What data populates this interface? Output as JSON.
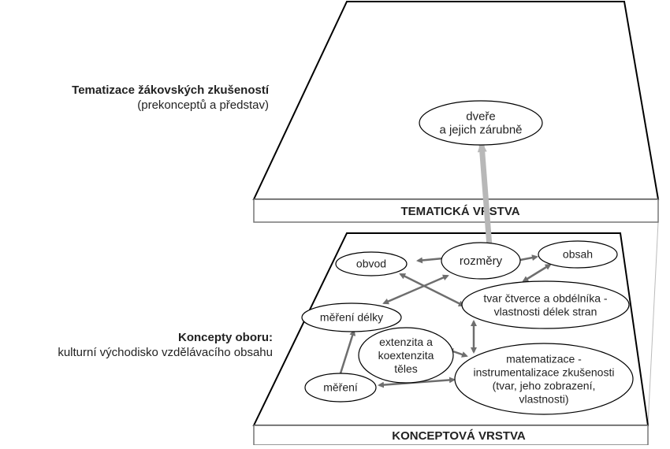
{
  "left_text": {
    "thematic_heading": "Tematizace žákovských zkušeností",
    "thematic_sub": "(prekonceptů a představ)",
    "concept_heading": "Koncepty oboru:",
    "concept_sub": "kulturní východisko vzdělávacího obsahu"
  },
  "layers": {
    "thematic_label": "TEMATICKÁ VRSTVA",
    "conceptual_label": "KONCEPTOVÁ VRSTVA"
  },
  "nodes": {
    "dvere": [
      "dveře",
      "a jejich zárubně"
    ],
    "obvod": [
      "obvod"
    ],
    "rozmery": [
      "rozměry"
    ],
    "obsah": [
      "obsah"
    ],
    "mereni_delky": [
      "měření délky"
    ],
    "tvar": [
      "tvar čtverce a obdélníka -",
      "vlastnosti délek stran"
    ],
    "extenzita": [
      "extenzita a",
      "koextenzita",
      "těles"
    ],
    "matematizace": [
      "matematizace -",
      "instrumentalizace zkušenosti",
      "(tvar, jeho zobrazení,",
      "vlastnosti)"
    ],
    "mereni": [
      "měření"
    ]
  },
  "colors": {
    "line": "#000000",
    "arrow": "#6e6e6e",
    "vertical_arrow": "#b8b8b8",
    "text": "#222222"
  }
}
